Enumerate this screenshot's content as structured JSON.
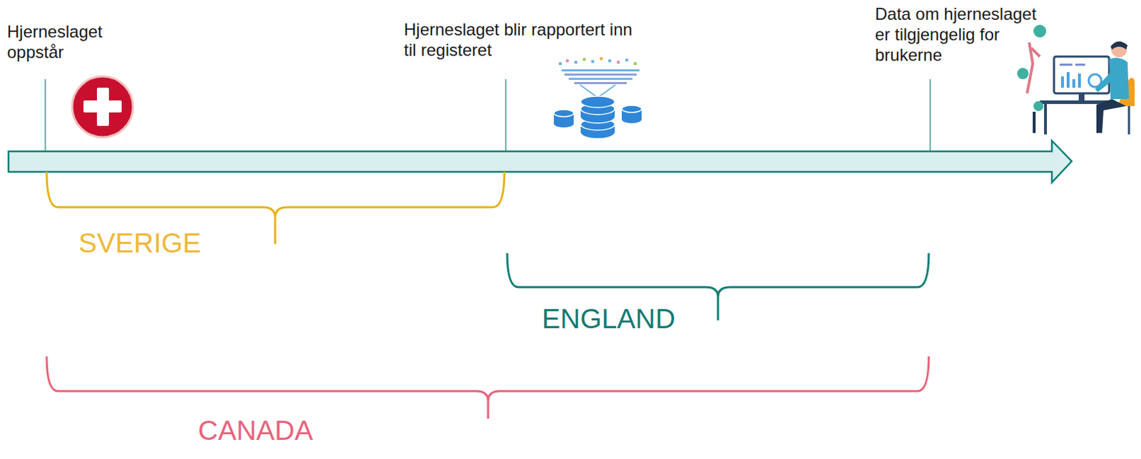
{
  "diagram": {
    "labels": [
      "Hjerneslaget oppstår",
      "Hjerneslaget blir rapportert inn til registeret",
      "Data om hjerneslaget er tilgjengelig for brukerne",
      "SVERIGE",
      "ENGLAND",
      "CANADA"
    ]
  }
}
